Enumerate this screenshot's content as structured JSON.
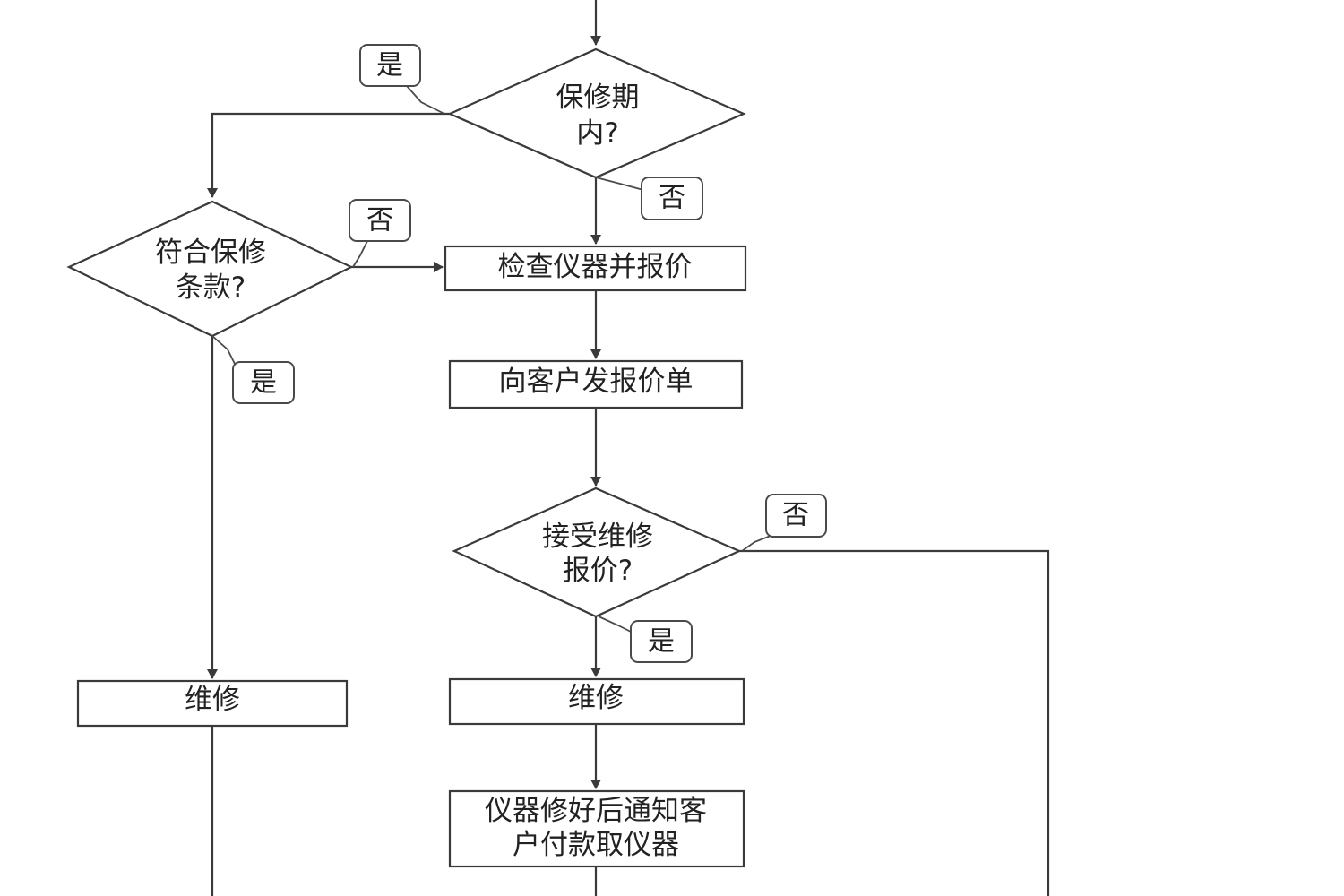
{
  "nodes": {
    "warranty_decision": {
      "lines": [
        "保修期",
        "内?"
      ]
    },
    "terms_decision": {
      "lines": [
        "符合保修",
        "条款?"
      ]
    },
    "inspect_quote": {
      "label": "检查仪器并报价"
    },
    "send_quote": {
      "label": "向客户发报价单"
    },
    "accept_decision": {
      "lines": [
        "接受维修",
        "报价?"
      ]
    },
    "repair_left": {
      "label": "维修"
    },
    "repair_center": {
      "label": "维修"
    },
    "notify_customer": {
      "lines": [
        "仪器修好后通知客",
        "户付款取仪器"
      ]
    }
  },
  "callouts": {
    "warranty_yes": "是",
    "warranty_no": "否",
    "terms_no": "否",
    "terms_yes": "是",
    "accept_no": "否",
    "accept_yes": "是"
  },
  "colors": {
    "stroke": "#3a3a3a",
    "background": "#ffffff",
    "text": "#222222"
  }
}
